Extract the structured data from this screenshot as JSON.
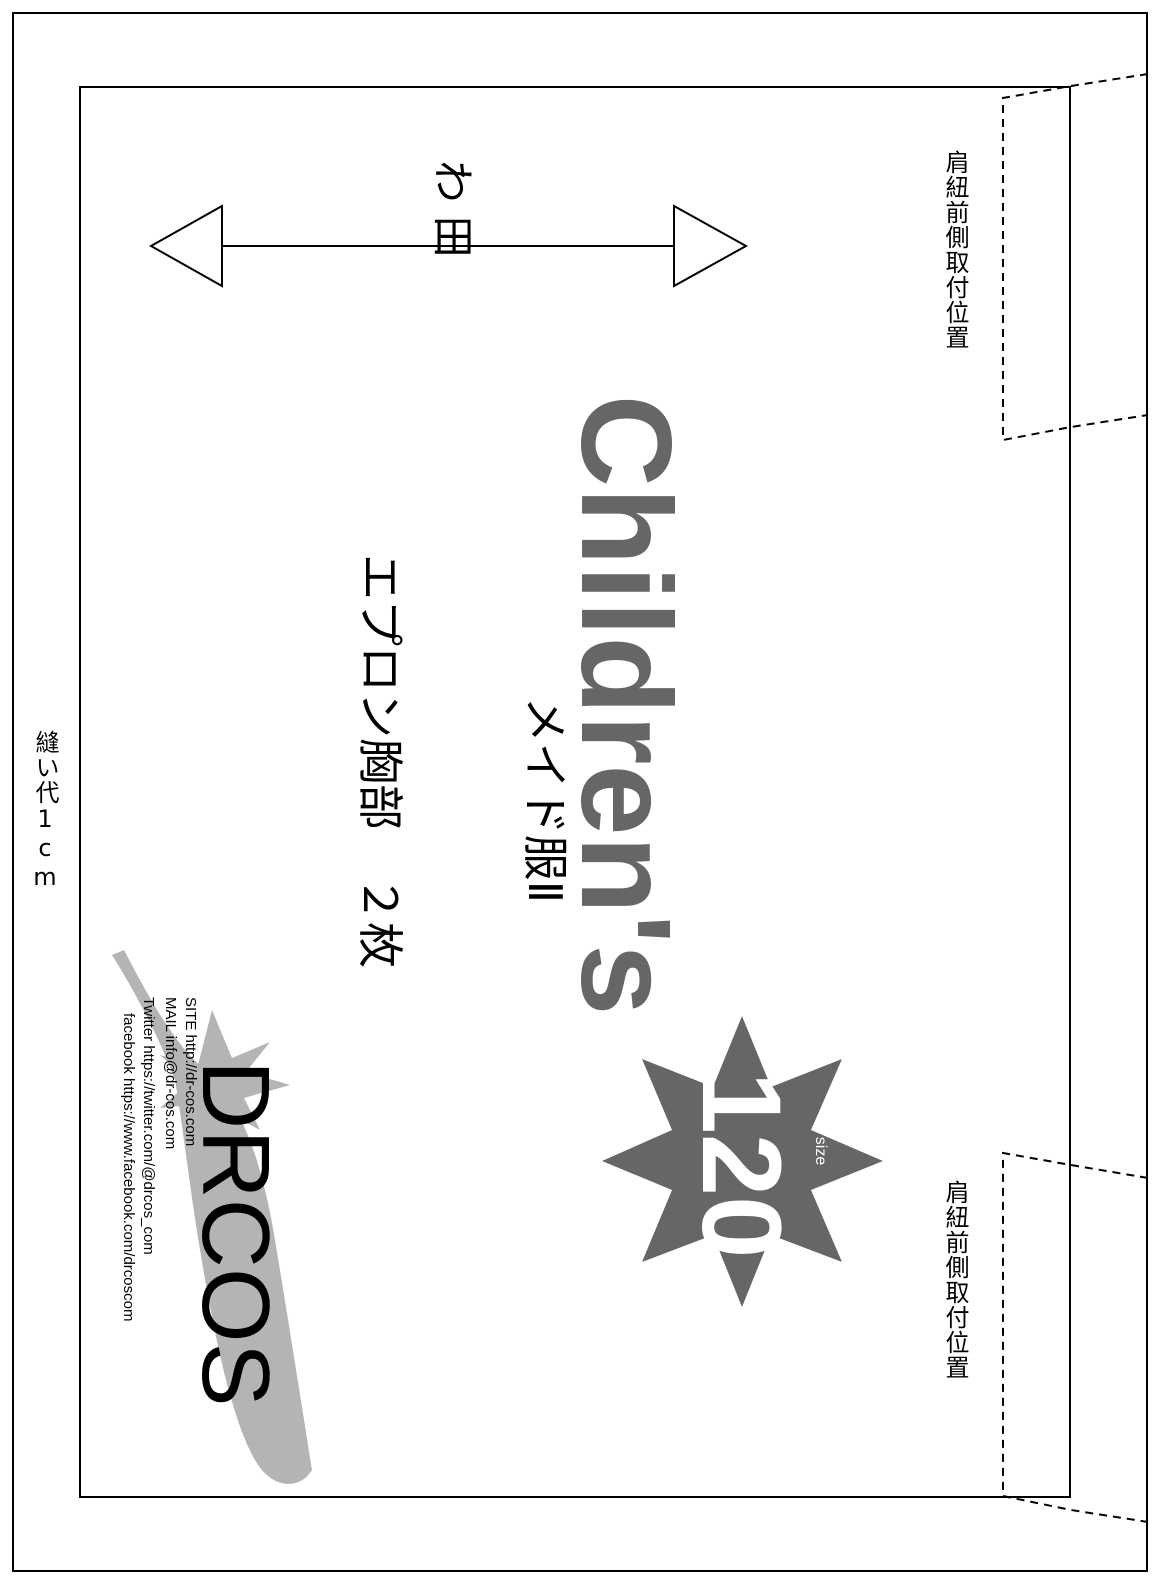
{
  "pattern": {
    "seam_allowance": "縫い代1cm",
    "attachment_top": "肩紐前側取付位置",
    "attachment_bottom": "肩紐前側取付位置",
    "grain_label": "わ 田",
    "series": "Children's",
    "size_label": "size",
    "size_value": "120",
    "piece_name": "メイド服Ⅱ",
    "piece_detail": "エプロン胸部　２枚"
  },
  "brand": {
    "logo": "DRCOS",
    "site": "SITE http://dr-cos.com",
    "mail": "MAIL info@dr-cos.com",
    "twitter": "Twitter https://twitter.com/@drcos_com",
    "facebook": "facebook https://www.facebook.com/drcoscom"
  },
  "colors": {
    "gray_text": "#666666",
    "logo_shape": "#b4b4b4"
  }
}
